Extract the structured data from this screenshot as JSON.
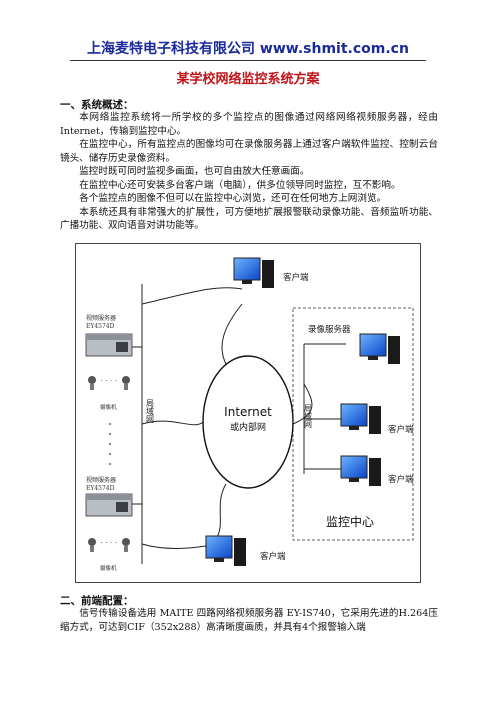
{
  "header": {
    "company": "上海麦特电子科技有限公司 www.shmit.com.cn",
    "doc_title": "某学校网络监控系统方案"
  },
  "section1": {
    "heading": "一、系统概述：",
    "paragraphs": [
      "本网络监控系统将一所学校的多个监控点的图像通过网络网络视频服务器，经由Internet，传输到监控中心。",
      "在监控中心，所有监控点的图像均可在录像服务器上通过客户端软件监控、控制云台镜头、储存历史录像资料。",
      "监控时既可同时监视多画面，也可自由放大任意画面。",
      "在监控中心还可安装多台客户端（电脑），供多位领导同时监控，互不影响。",
      "各个监控点的图像不但可以在监控中心浏览，还可在任何地方上网浏览。",
      "本系统还具有非常强大的扩展性，可方便地扩展报警联动录像功能、音频监听功能、广播功能、双向语音对讲功能等。"
    ]
  },
  "diagram": {
    "encoder_label": "视频服务器",
    "encoder_model": "EY4574D",
    "camera_label": "摄像机",
    "lan_left": "局域网",
    "lan_right": "局域网",
    "internet_line1": "Internet",
    "internet_line2": "或内部网",
    "client": "客户端",
    "record_server": "录像服务器",
    "center": "监控中心"
  },
  "section2": {
    "heading": "二、前端配置：",
    "paragraph": "信号传输设备选用 MAITE 四路网络视频服务器 EY-IS740，它采用先进的H.264压缩方式，可达到CIF（352x288）高清晰度画质，并具有4个报警输入端"
  }
}
